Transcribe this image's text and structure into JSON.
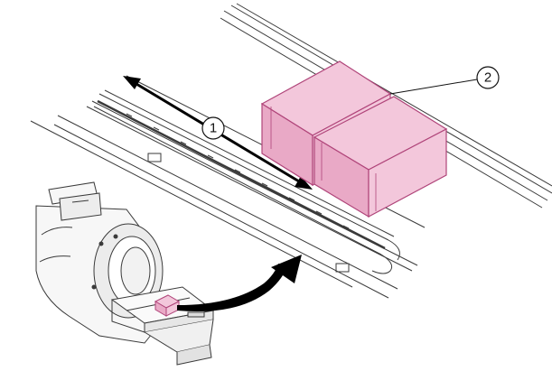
{
  "callouts": [
    {
      "id": "1",
      "label": "1"
    },
    {
      "id": "2",
      "label": "2"
    }
  ],
  "colors": {
    "line": "#3a3a3a",
    "rail_fill": "#f4f4f4",
    "box_fill": "#f3c7db",
    "box_fill_side": "#e9a9c6",
    "box_edge": "#b0457a",
    "arrow": "#000000",
    "background": "#ffffff"
  },
  "icons": [
    "double-headed-arrow",
    "curved-transfer-arrow",
    "callout-circle"
  ]
}
